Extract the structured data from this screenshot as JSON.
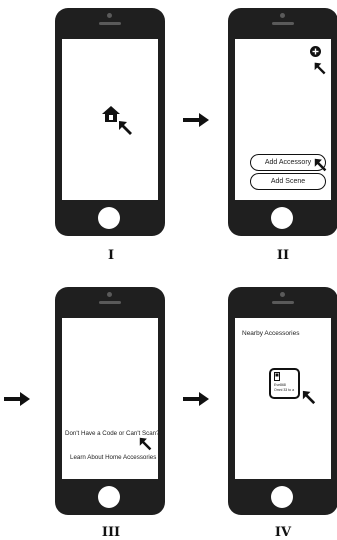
{
  "steps": [
    {
      "numeral": "I"
    },
    {
      "numeral": "II",
      "buttons": [
        "Add Accessory",
        "Add Scene"
      ]
    },
    {
      "numeral": "III",
      "links": [
        "Don't Have a Code or Can't Scan?",
        "Learn About Home Accessories"
      ]
    },
    {
      "numeral": "IV",
      "title": "Nearby Accessories",
      "tile_text": [
        "Eve868",
        "Omni 33 to a"
      ]
    }
  ],
  "icons": {
    "home": "home-icon",
    "add": "plus-circle-icon",
    "cursor": "cursor-arrow-icon",
    "next": "arrow-right-icon"
  },
  "colors": {
    "phone": "#1f1f1f",
    "screen": "#ffffff",
    "accent": "#111111"
  }
}
